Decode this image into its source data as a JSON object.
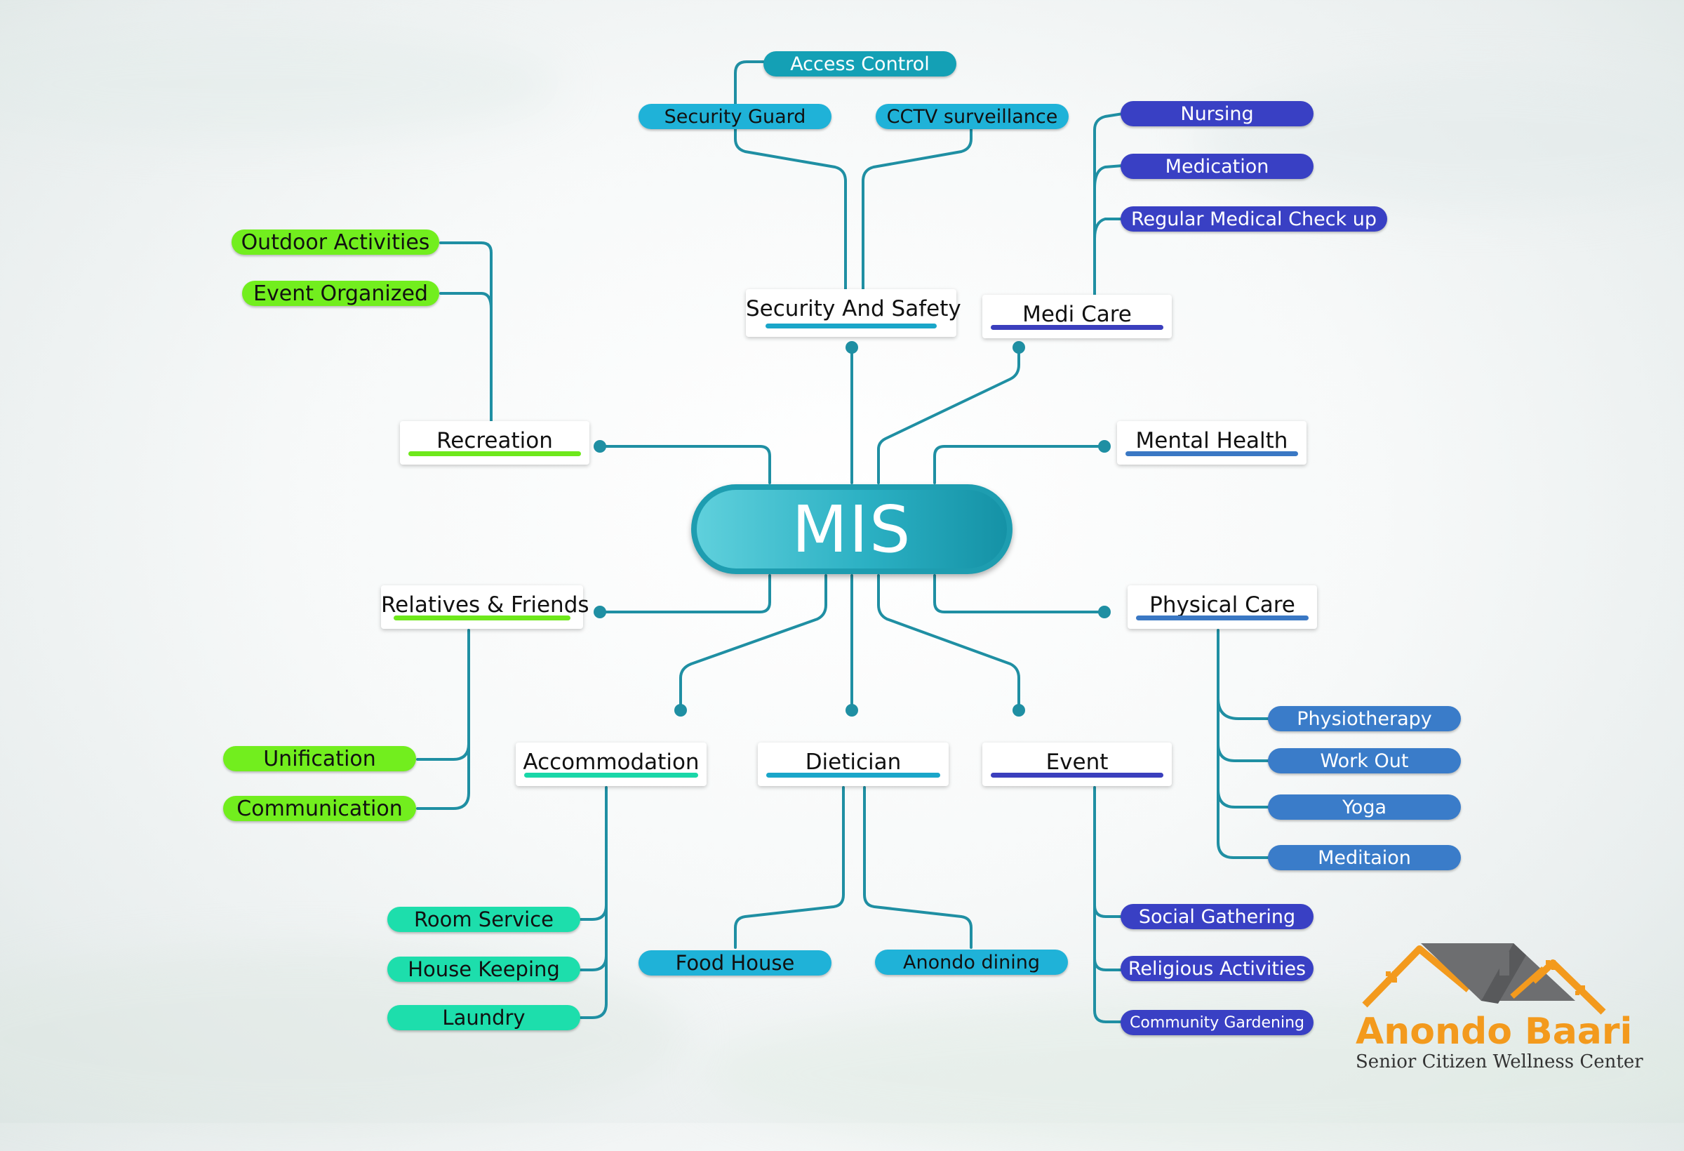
{
  "center": {
    "label": "MIS"
  },
  "categories": {
    "security": {
      "label": "Security And Safety",
      "color": "#1aa6c9"
    },
    "medicare": {
      "label": "Medi Care",
      "color": "#3b3fbd"
    },
    "recreation": {
      "label": "Recreation",
      "color": "#6ee81b"
    },
    "mental": {
      "label": "Mental Health",
      "color": "#3a78c4"
    },
    "relatives": {
      "label": "Relatives & Friends",
      "color": "#6ee81b"
    },
    "physical": {
      "label": "Physical Care",
      "color": "#3a78c4"
    },
    "accommodation": {
      "label": "Accommodation",
      "color": "#19d7a8"
    },
    "dietician": {
      "label": "Dietician",
      "color": "#1aa6c9"
    },
    "event": {
      "label": "Event",
      "color": "#3b3fbd"
    }
  },
  "leaves": {
    "access_control": "Access Control",
    "security_guard": "Security Guard",
    "cctv": "CCTV surveillance",
    "nursing": "Nursing",
    "medication": "Medication",
    "medical_checkup": "Regular Medical Check up",
    "outdoor": "Outdoor Activities",
    "event_organized": "Event Organized",
    "unification": "Unification",
    "communication": "Communication",
    "physiotherapy": "Physiotherapy",
    "workout": "Work Out",
    "yoga": "Yoga",
    "meditation": "Meditaion",
    "room_service": "Room Service",
    "house_keeping": "House Keeping",
    "laundry": "Laundry",
    "food_house": "Food House",
    "anondo_dining": "Anondo dining",
    "social_gathering": "Social Gathering",
    "religious": "Religious Activities",
    "gardening": "Community Gardening"
  },
  "colors": {
    "line": "#1f8fa3",
    "teal_pill": "#14a0b5",
    "cyan_pill": "#1fb2d8",
    "indigo_pill": "#3940c4",
    "blue_pill": "#3a7cc9",
    "green_pill": "#72ee1e",
    "mint_pill": "#1ddeac",
    "logo_orange": "#f39a1d",
    "logo_gray": "#6d6e70"
  },
  "logo": {
    "name": "Anondo Baari",
    "tagline": "Senior Citizen Wellness Center"
  }
}
